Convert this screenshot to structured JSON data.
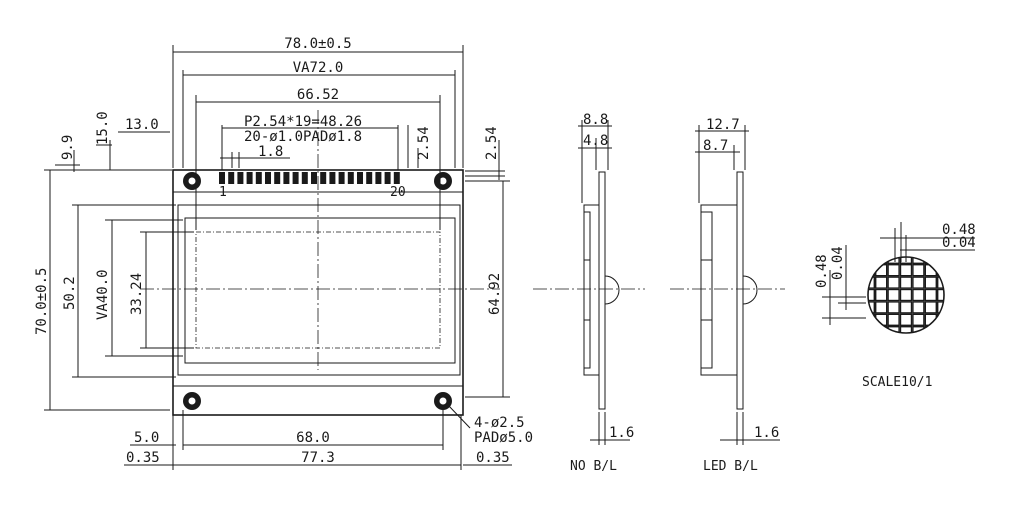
{
  "front_view": {
    "outline_width": "78.0±0.5",
    "viewing_area_width": "VA72.0",
    "active_area_width": "66.52",
    "pin_pitch_note": "P2.54*19=48.26",
    "pad_note": "20-ø1.0PADø1.8",
    "pin_spacing": "1.8",
    "pin_first": "1",
    "pin_last": "20",
    "pin_header_offset": "13.0",
    "top_to_pins": "9.9",
    "top_to_bezel": "15.0",
    "pin_row_spacing_left": "2.54",
    "pin_row_spacing_right": "2.54",
    "outline_height": "70.0±0.5",
    "bezel_height": "50.2",
    "viewing_area_height": "VA40.0",
    "active_area_height": "33.24",
    "mount_hole_spacing_v": "64.92",
    "hole_note": "4-ø2.5",
    "hole_pad_note": "PADø5.0",
    "hole_edge_offset": "5.0",
    "edge_offset_left": "0.35",
    "mount_hole_spacing_h": "68.0",
    "bottom_width": "77.3",
    "edge_offset_right": "0.35"
  },
  "side_no_backlight": {
    "total_thickness": "8.8",
    "module_thickness": "4.8",
    "pcb_thickness": "1.6",
    "label": "NO B/L"
  },
  "side_led_backlight": {
    "total_thickness": "12.7",
    "module_thickness": "8.7",
    "pcb_thickness": "1.6",
    "label": "LED B/L"
  },
  "dot_detail": {
    "dot_size_h": "0.48",
    "dot_gap_h": "0.04",
    "dot_size_v": "0.48",
    "dot_gap_v": "0.04",
    "scale": "SCALE10/1"
  }
}
